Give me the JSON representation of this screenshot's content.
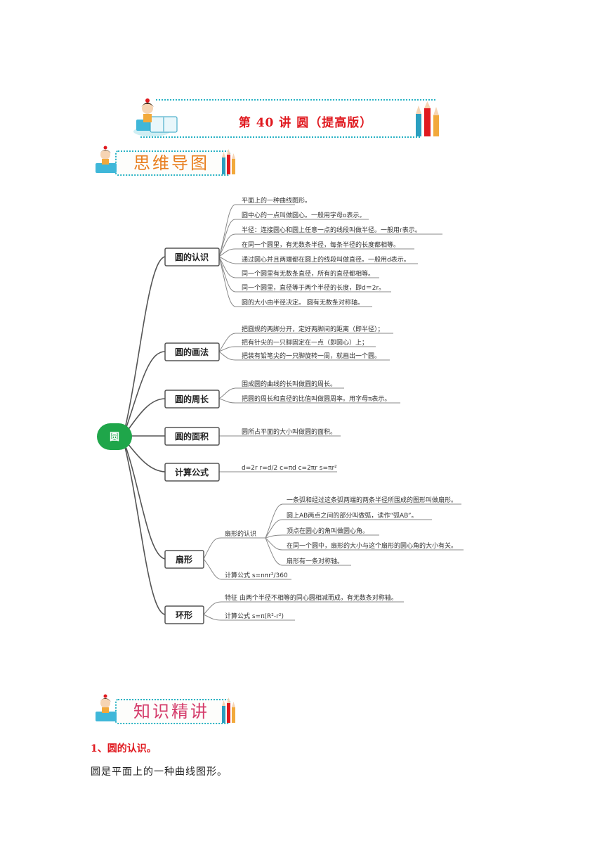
{
  "title": "第 40 讲  圆（提高版）",
  "sections": {
    "mindmap_label": "思维导图",
    "knowledge_label": "知识精讲"
  },
  "mindmap": {
    "root": "圆",
    "branches": [
      {
        "label": "圆的认识",
        "items": [
          "平面上的一种曲线图形。",
          "圆中心的一点叫做圆心。一般用字母o表示。",
          "半径：连接圆心和圆上任意一点的线段叫做半径。一般用r表示。",
          "在同一个圆里，有无数条半径，每条半径的长度都相等。",
          "通过圆心并且两端都在圆上的线段叫做直径。一般用d表示。",
          "同一个圆里有无数条直径，所有的直径都相等。",
          "同一个圆里，直径等于两个半径的长度，即d＝2r。",
          "圆的大小由半径决定。 圆有无数条对称轴。"
        ]
      },
      {
        "label": "圆的画法",
        "items": [
          "把圆规的两脚分开，定好两脚间的距离（即半径）；",
          "把有针尖的一只脚固定在一点（即圆心）上；",
          "把装有铅笔尖的一只脚旋转一周，就画出一个圆。"
        ]
      },
      {
        "label": "圆的周长",
        "items": [
          "围成圆的曲线的长叫做圆的周长。",
          "把圆的周长和直径的比值叫做圆周率。用字母π表示。"
        ]
      },
      {
        "label": "圆的面积",
        "items": [
          "圆所占平面的大小叫做圆的面积。"
        ]
      },
      {
        "label": "计算公式",
        "items": [
          "d=2r r=d/2 c=πd c=2πr s=πr²"
        ]
      },
      {
        "label": "扇形",
        "sub_label": "扇形的认识",
        "sub_items": [
          "一条弧和经过这条弧两端的两条半径所围成的图形叫做扇形。",
          "圆上AB两点之间的部分叫做弧，读作“弧AB”。",
          "顶点在圆心的角叫做圆心角。",
          "在同一个圆中，扇形的大小与这个扇形的圆心角的大小有关。",
          "扇形有一条对称轴。"
        ],
        "items": [
          "计算公式 s=nπr²/360"
        ]
      },
      {
        "label": "环形",
        "items": [
          "特征 由两个半径不相等的同心圆相减而成，有无数条对称轴。",
          "计算公式 s=π(R²-r²)"
        ]
      }
    ]
  },
  "content": {
    "heading": "1、圆的认识。",
    "paragraph": "圆是平面上的一种曲线图形。"
  },
  "colors": {
    "title_red": "#e0191f",
    "root_green": "#1fa64a",
    "banner_teal": "#27b2c4"
  }
}
